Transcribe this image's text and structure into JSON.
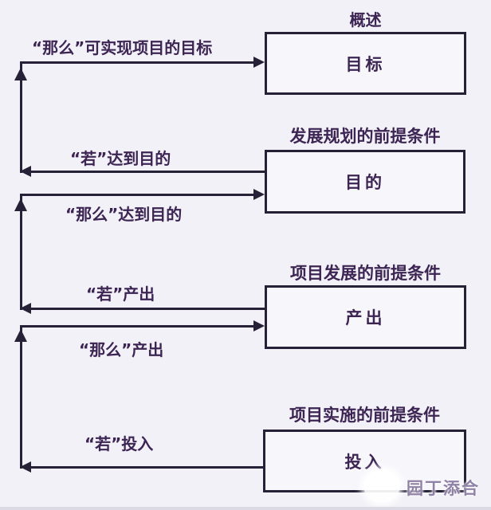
{
  "colors": {
    "background": "#f2f1f7",
    "line": "#272138",
    "text": "#3c2453",
    "box_fill": "#f7f6fb",
    "watermark_text": "#8f82a6"
  },
  "diagram": {
    "boxes": [
      {
        "header": "概述",
        "label": "目标"
      },
      {
        "header": "发展规划的前提条件",
        "label": "目的"
      },
      {
        "header": "项目发展的前提条件",
        "label": "产出"
      },
      {
        "header": "项目实施的前提条件",
        "label": "投入"
      }
    ],
    "edge_labels": [
      {
        "text": "“那么”可实现项目的目标"
      },
      {
        "text": "“若”达到目的"
      },
      {
        "text": "“那么”达到目的"
      },
      {
        "text": "“若”产出"
      },
      {
        "text": "“那么”产出"
      },
      {
        "text": "“若”投入"
      }
    ]
  },
  "watermark": {
    "text": "园丁添合"
  }
}
